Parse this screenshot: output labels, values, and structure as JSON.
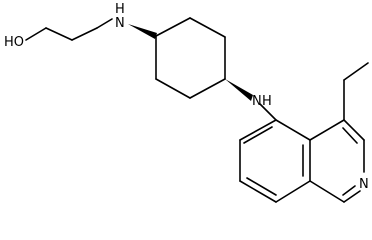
{
  "structure": {
    "atoms": {
      "hydroxyl": "HO",
      "amine_upper": "N",
      "amine_upper_h": "H",
      "amine_lower": "N",
      "amine_lower_h": "H",
      "ring_nitrogen": "N"
    },
    "colors": {
      "bond": "#000000",
      "background": "#ffffff"
    }
  }
}
